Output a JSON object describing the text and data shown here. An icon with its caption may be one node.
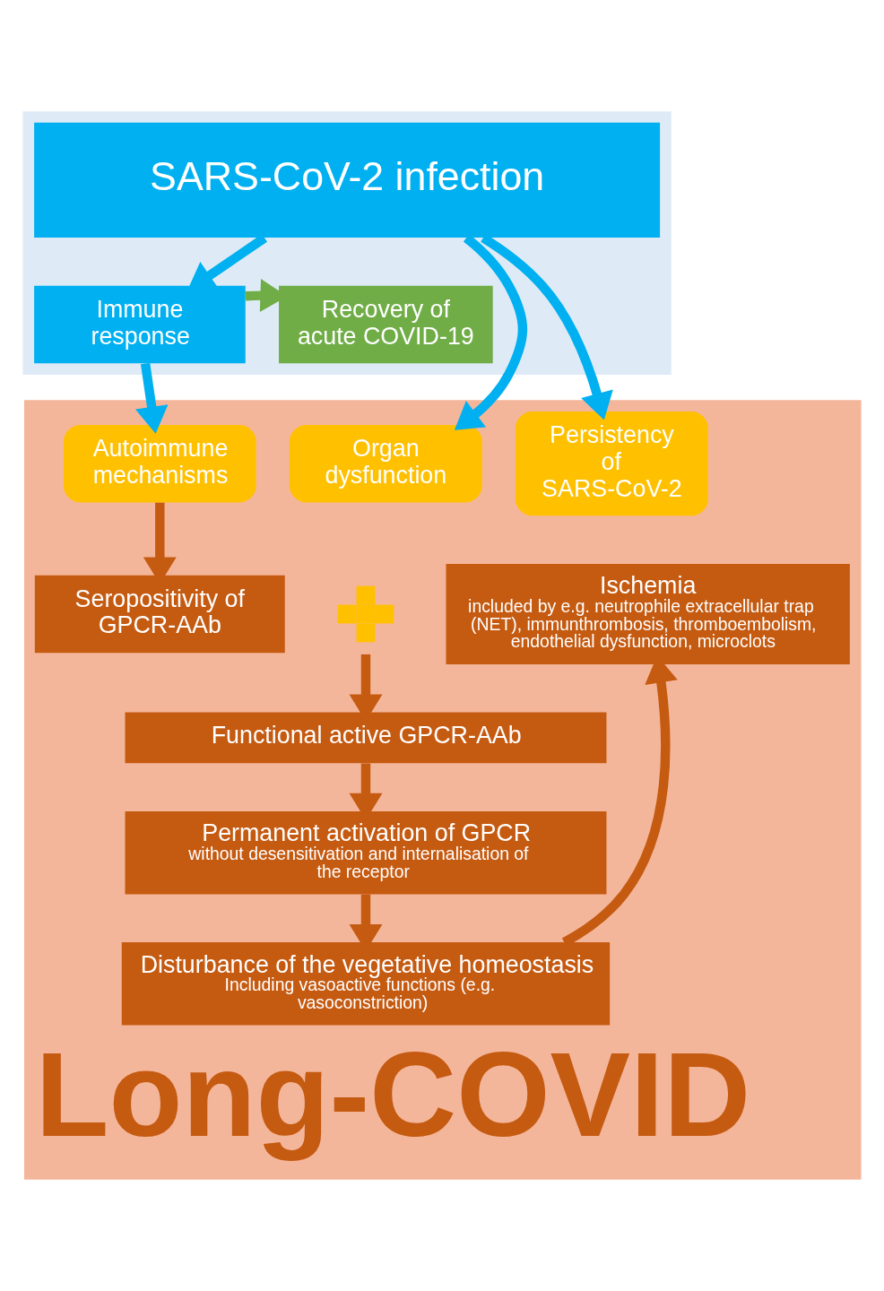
{
  "diagram": {
    "nodes": [
      {
        "text": [],
        "shape": "band"
      },
      {
        "text": [
          "SARS-CoV-2 infection"
        ],
        "in": 0
      },
      {
        "text": [
          "Immune response"
        ],
        "in": 0
      },
      {
        "text": [
          "Recovery of acute COVID-19"
        ],
        "in": 0
      },
      {
        "text": [
          "Long-COVID"
        ]
      },
      {
        "text": [
          "Organ dysfunction"
        ],
        "in": 4
      },
      {
        "text": [
          "Persistency of SARS-CoV-2"
        ],
        "in": 4
      },
      {
        "text": [
          "Autoimmune mechanisms"
        ],
        "in": 4
      },
      {
        "text": [
          "Seropositivity of GPCR-AAb"
        ],
        "in": 4
      },
      {
        "text": [],
        "shape": "plus",
        "in": 4
      },
      {
        "text": [
          "Ischemia",
          "included by e.g. neutrophile extracellular trap (NET), immunthrombosis, thromboembolism, endothelial dysfunction, microclots"
        ],
        "in": 4
      },
      {
        "text": [
          "Functional active GPCR-AAb"
        ],
        "in": 4
      },
      {
        "text": [
          "Permanent activation of GPCR",
          "without desensitivation and internalisation of the receptor"
        ],
        "in": 4
      },
      {
        "text": [
          "Disturbance of the vegetative homeostasis",
          "Including vasoactive functions (e.g. vasoconstriction)"
        ],
        "in": 4
      }
    ],
    "edges": [
      {
        "from": 1,
        "to": 5,
        "arrow": "to",
        "color": "#00b0f0"
      },
      {
        "from": 1,
        "to": 6,
        "arrow": "to",
        "color": "#00b0f0"
      },
      {
        "from": 1,
        "to": 2,
        "arrow": "to",
        "color": "#00b0f0"
      },
      {
        "from": 2,
        "to": 3,
        "arrow": "to",
        "color": "#70ad47"
      },
      {
        "from": 2,
        "to": 7,
        "arrow": "to",
        "color": "#00b0f0"
      },
      {
        "from": 7,
        "to": 8,
        "arrow": "to"
      },
      {
        "from": 9,
        "to": 11,
        "arrow": "to"
      },
      {
        "from": 11,
        "to": 12,
        "arrow": "to"
      },
      {
        "from": 12,
        "to": 13,
        "arrow": "to"
      },
      {
        "from": 13,
        "to": 10,
        "arrow": "to"
      }
    ]
  }
}
